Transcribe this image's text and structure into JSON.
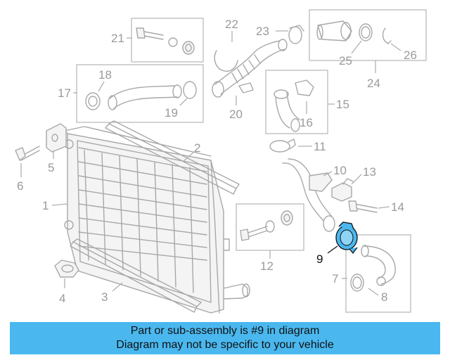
{
  "callouts": [
    "1",
    "2",
    "3",
    "4",
    "5",
    "6",
    "7",
    "8",
    "9",
    "10",
    "11",
    "12",
    "13",
    "14",
    "15",
    "16",
    "17",
    "18",
    "19",
    "20",
    "21",
    "22",
    "23",
    "24",
    "25",
    "26"
  ],
  "highlight_part": "9",
  "colors": {
    "banner": "#4ab8ef",
    "highlight": "#4ab8ef",
    "part_stroke": "#a8a8a8",
    "callout_text": "#9a9a9a"
  },
  "banner": {
    "line1": "Part or sub-assembly is #9 in diagram",
    "line2": "Diagram may not be specific to your vehicle"
  }
}
